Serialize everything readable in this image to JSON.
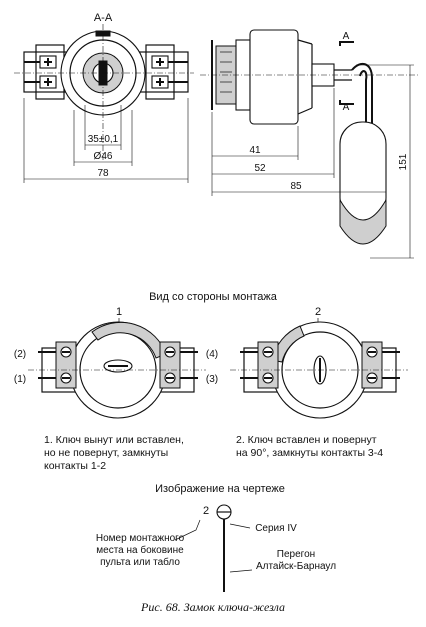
{
  "section_label": "А-А",
  "cut_mark": "А",
  "dimensions": {
    "d35": "35±0,1",
    "d46": "Ø46",
    "d78": "78",
    "d41": "41",
    "d52": "52",
    "d85": "85",
    "d151": "151"
  },
  "mount_view_title": "Вид со стороны монтажа",
  "position_1": {
    "number": "1",
    "contact_labels": [
      "(2)",
      "(1)",
      "(4)",
      "(3)"
    ],
    "description_lines": [
      "1. Ключ вынут или вставлен,",
      "но не повернут, замкнуты",
      "контакты 1-2"
    ]
  },
  "position_2": {
    "number": "2",
    "description_lines": [
      "2. Ключ вставлен и повернут",
      "на 90°, замкнуты контакты 3-4"
    ]
  },
  "drawing_symbol_title": "Изображение на чертеже",
  "symbol": {
    "number": "2",
    "left_label_lines": [
      "Номер монтажного",
      "места на боковине",
      "пульта или табло"
    ],
    "series_label": "Серия IV",
    "section_lines": [
      "Перегон",
      "Алтайск-Барнаул"
    ]
  },
  "caption": "Рис. 68. Замок ключа-жезла"
}
